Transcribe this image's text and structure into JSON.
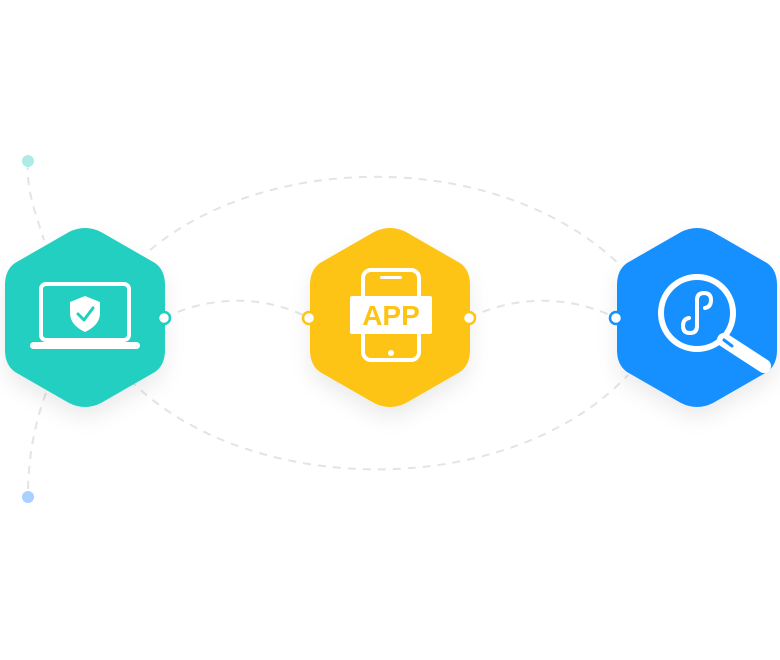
{
  "colors": {
    "teal": "#20CFC0",
    "yellow": "#FDC413",
    "blue": "#1590FF",
    "connector": "#E2E4E8",
    "dot_teal": "#AEEBE6",
    "dot_blue": "#A9D0FF"
  },
  "nodes": [
    {
      "id": "security",
      "icon": "laptop-shield-icon",
      "color": "#20CFC0"
    },
    {
      "id": "app",
      "icon": "tablet-app-icon",
      "color": "#FDC413",
      "label": "APP"
    },
    {
      "id": "mini-program",
      "icon": "magnifier-mini-program-icon",
      "color": "#1590FF"
    }
  ]
}
